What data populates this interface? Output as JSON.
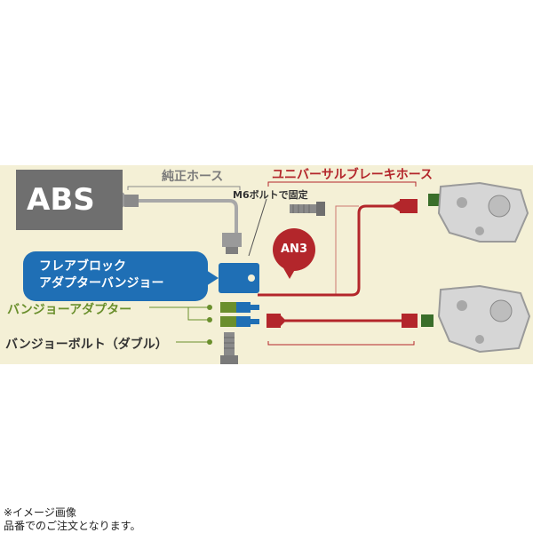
{
  "labels": {
    "abs": "ABS",
    "oem_hose": "純正ホース",
    "universal_hose": "ユニバーサルブレーキホース",
    "m6_bolt": "M6ボルトで固定",
    "an3": "AN3",
    "flare_block_line1": "フレアブロック",
    "flare_block_line2": "アダプターバンジョー",
    "banjo_adapter": "バンジョーアダプター",
    "banjo_bolt": "バンジョーボルト（ダブル）"
  },
  "footer": {
    "line1": "※イメージ画像",
    "line2": "品番でのご注文となります。"
  },
  "colors": {
    "panel_bg": "#f4f0d6",
    "abs_box": "#6f6f6f",
    "accent_red": "#b3262b",
    "accent_blue": "#1f6fb5",
    "accent_green": "#6a8f2c"
  }
}
